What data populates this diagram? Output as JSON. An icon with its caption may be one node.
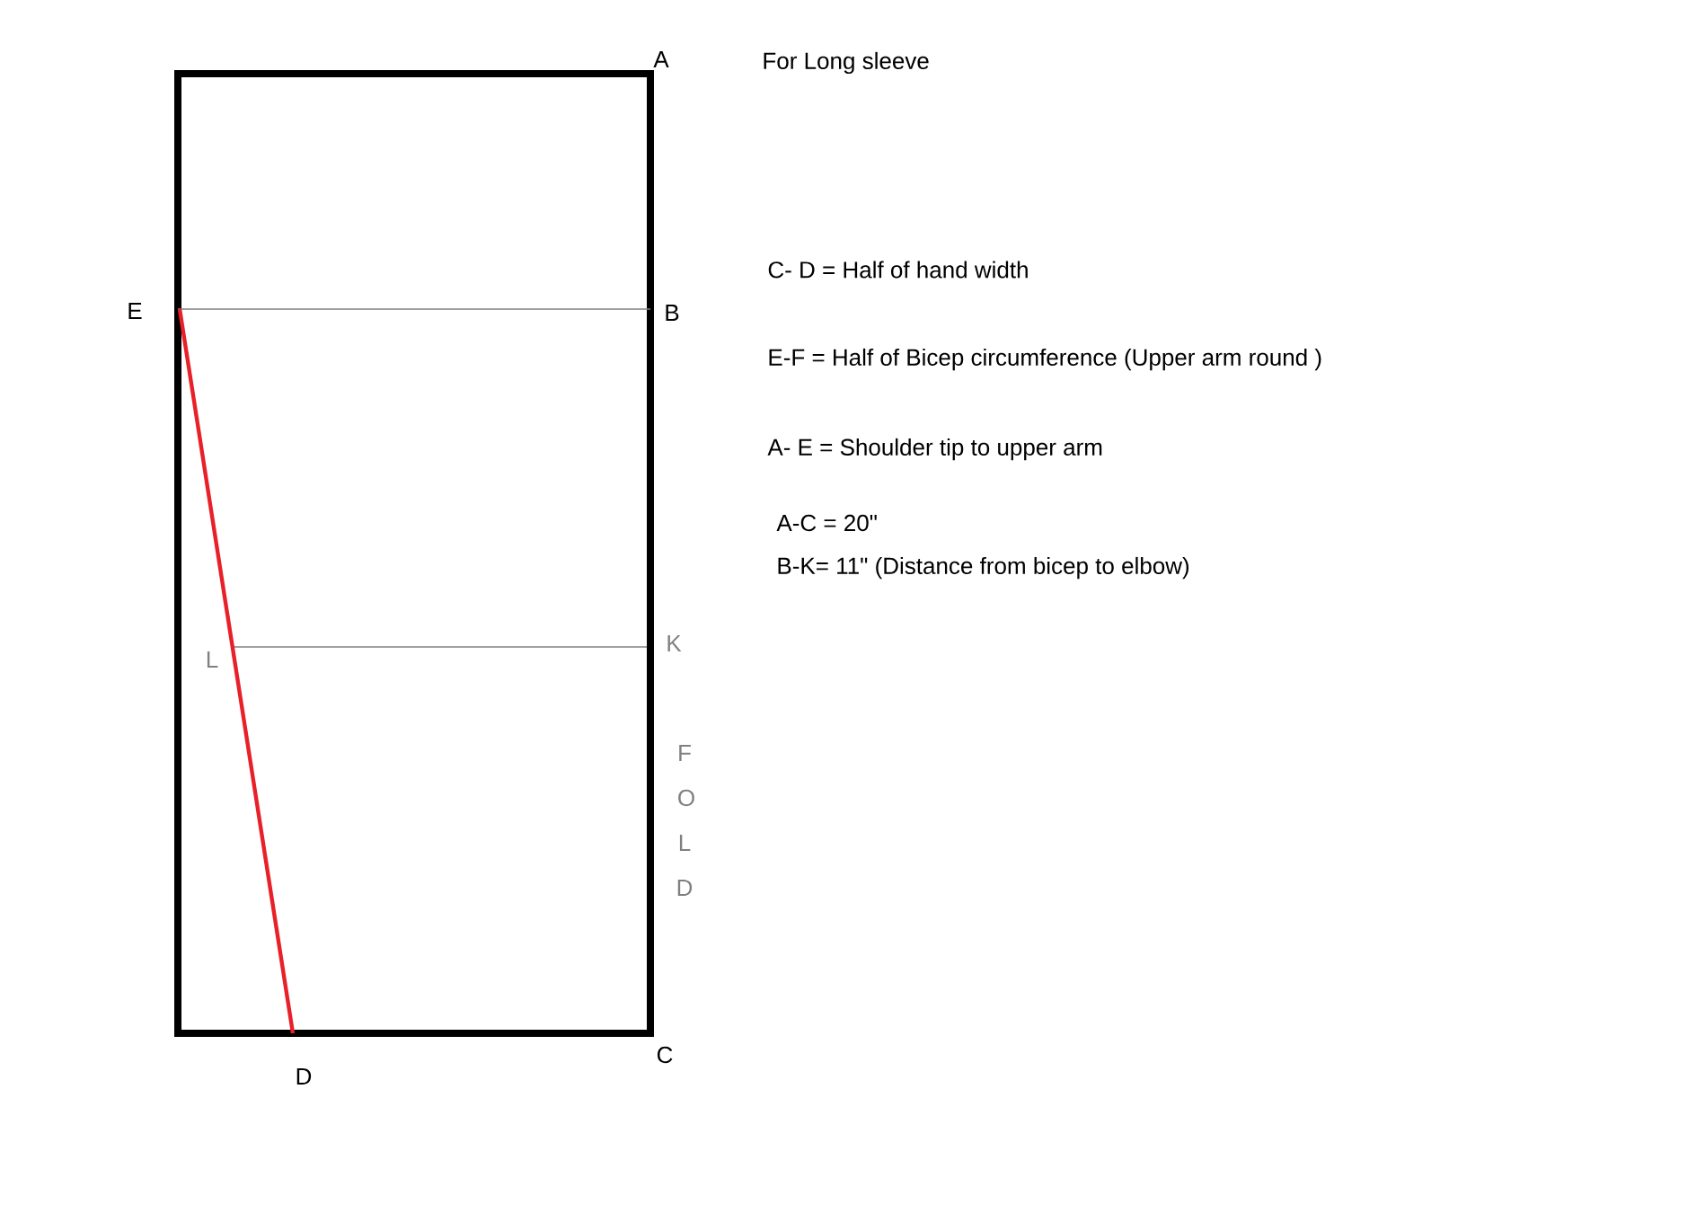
{
  "diagram": {
    "title": "For Long sleeve",
    "labels": [
      "A",
      "E",
      "B",
      "C- D = Half of hand width",
      "E-F = Half of Bicep circumference (Upper arm round )",
      "A- E = Shoulder tip to upper arm",
      "A-C = 20\"",
      "B-K= 11\" (Distance from bicep to elbow)",
      "L",
      "K",
      "F",
      "O",
      "L",
      "D",
      "C",
      "D"
    ]
  }
}
